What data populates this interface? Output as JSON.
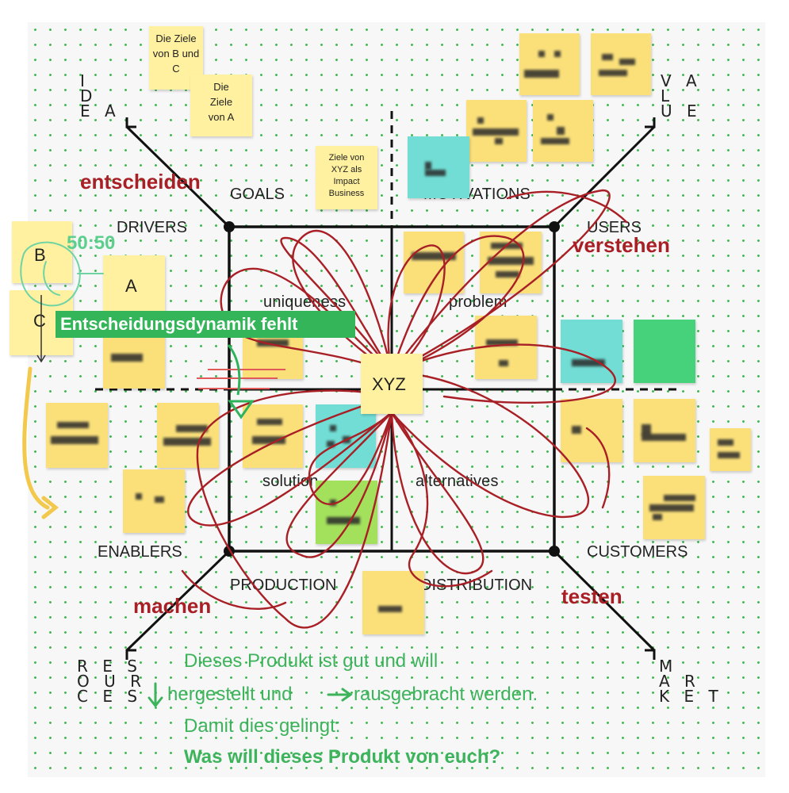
{
  "notes": {
    "ziele_b_c": "Die Ziele von B und C",
    "ziele_a": "Die Ziele von A",
    "ziele_xyz": "Ziele von XYZ als Impact Business",
    "center": "XYZ",
    "letter_b": "B",
    "letter_a": "A",
    "letter_c": "C"
  },
  "labels": {
    "goals": "GOALS",
    "motivations": "MOTIVATIONS",
    "drivers": "DRIVERS",
    "users": "USERS",
    "enablers": "ENABLERS",
    "customers": "CUSTOMERS",
    "production": "PRODUCTION",
    "distribution": "DISTRIBUTION",
    "uniqueness": "uniqueness",
    "problem": "problem",
    "solution": "solution",
    "alternatives": "alternatives"
  },
  "corners": {
    "idea": "I\nD\nE A",
    "value": "V A\nL\nU E",
    "resources": "R E S\nO U R\nC E S",
    "market": "M\nA R\nK E T"
  },
  "verbs": {
    "entscheiden": "entscheiden",
    "verstehen": "verstehen",
    "machen": "machen",
    "testen": "testen"
  },
  "annotations": {
    "ratio": "50:50",
    "banner": "Entscheidungsdynamik fehlt"
  },
  "caption": {
    "line1": "Dieses Produkt ist gut und will",
    "line2": "hergestellt und",
    "line2b": "rausgebracht werden.",
    "line3": "Damit dies gelingt:",
    "line4": "Was will dieses Produkt von euch?"
  },
  "colors": {
    "sticky_yellow": "#fbe07a",
    "sticky_cyan": "#71ddd4",
    "sticky_green": "#46d17b",
    "scribble_red": "#a81f25",
    "annotation_green": "#3db35c"
  }
}
